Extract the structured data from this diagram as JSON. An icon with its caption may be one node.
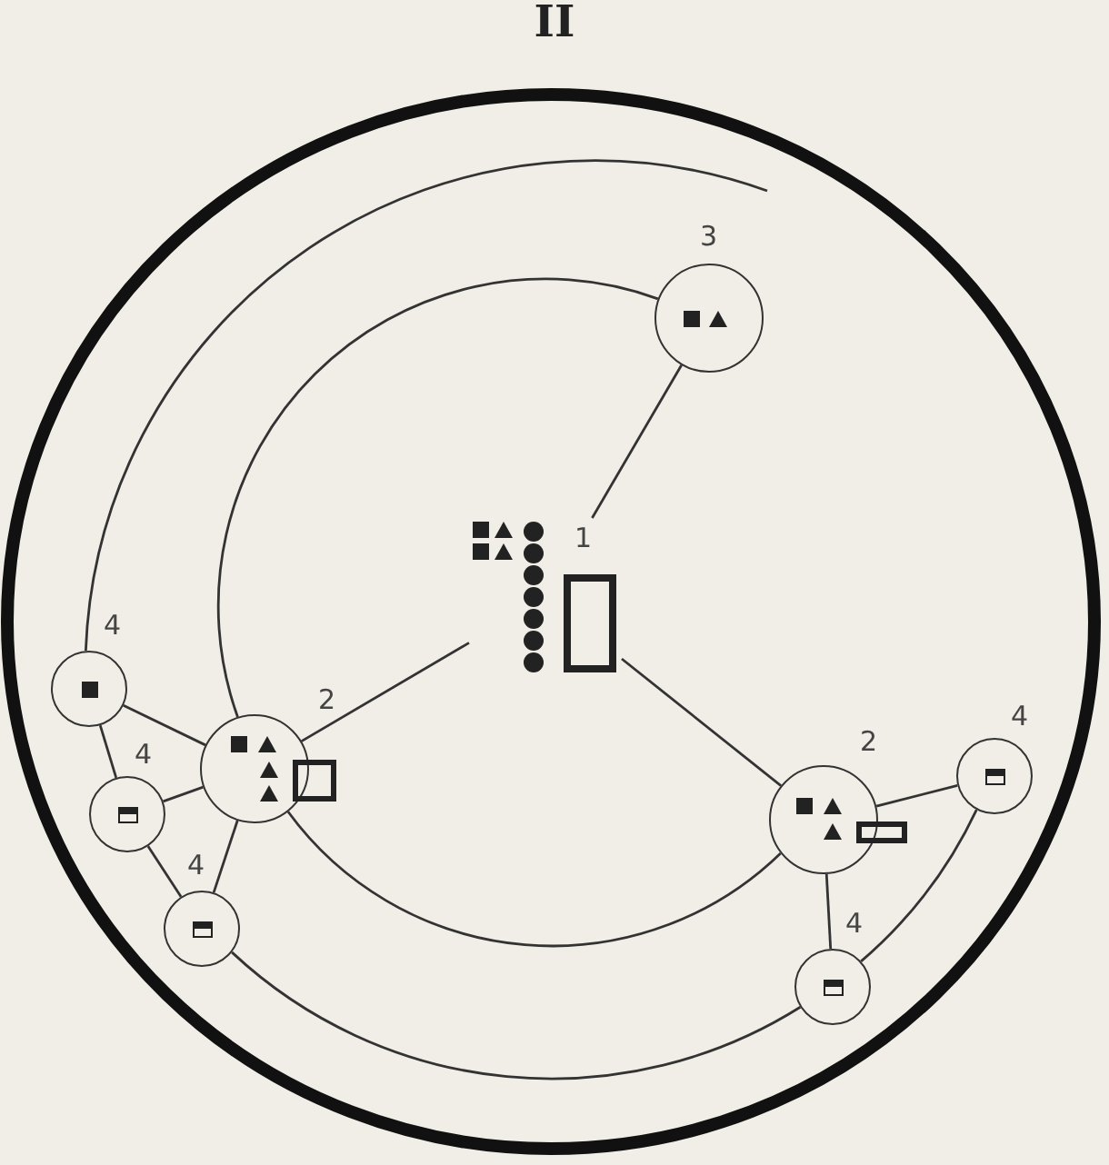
{
  "diagram": {
    "title": "II",
    "nodes": [
      {
        "text": [],
        "shape": "circle",
        "beside": [
          "3"
        ]
      },
      {
        "text": [
          "1"
        ]
      },
      {
        "text": [],
        "shape": "circle",
        "beside": [
          "2"
        ]
      },
      {
        "text": [],
        "shape": "circle",
        "beside": [
          "4"
        ]
      },
      {
        "text": [],
        "shape": "circle",
        "beside": [
          "2"
        ]
      },
      {
        "text": [],
        "shape": "circle",
        "beside": [
          "4"
        ]
      },
      {
        "text": [],
        "shape": "circle",
        "beside": [
          "4"
        ]
      },
      {
        "text": [],
        "shape": "circle",
        "beside": [
          "4"
        ]
      },
      {
        "text": [],
        "shape": "circle",
        "beside": [
          "4"
        ]
      }
    ],
    "edges": [
      {
        "from": 1,
        "to": 0,
        "arrow": "none"
      },
      {
        "from": 1,
        "to": 2,
        "arrow": "none"
      },
      {
        "from": 1,
        "to": 4,
        "arrow": "none"
      },
      {
        "from": 3,
        "to": 2,
        "arrow": "none"
      },
      {
        "from": 3,
        "to": 6,
        "arrow": "none"
      },
      {
        "from": 6,
        "to": 2,
        "arrow": "none"
      },
      {
        "from": 6,
        "to": 7,
        "arrow": "none"
      },
      {
        "from": 7,
        "to": 2,
        "arrow": "none"
      },
      {
        "from": 4,
        "to": 5,
        "arrow": "none"
      },
      {
        "from": 4,
        "to": 8,
        "arrow": "none"
      },
      {
        "from": 5,
        "to": 8,
        "arrow": "none"
      },
      {
        "from": 0,
        "to": 2,
        "arrow": "none"
      },
      {
        "from": 2,
        "to": 4,
        "arrow": "none"
      },
      {
        "from": 7,
        "to": 8,
        "arrow": "none"
      },
      {
        "from": 3,
        "to": null,
        "arrow": "none"
      }
    ]
  }
}
